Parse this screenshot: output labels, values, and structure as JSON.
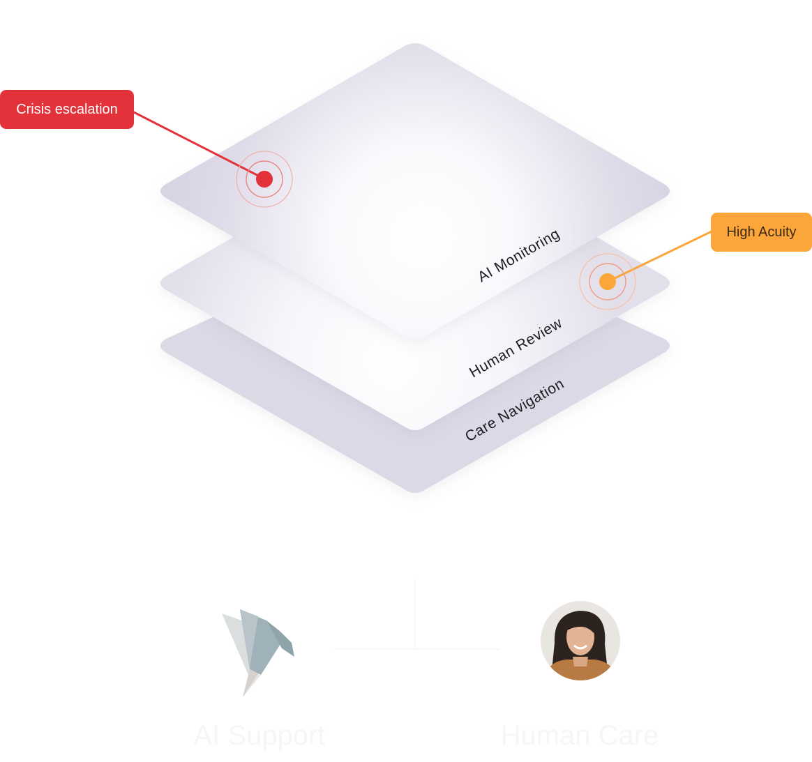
{
  "layers": {
    "top": "AI Monitoring",
    "middle": "Human Review",
    "bottom": "Care Navigation"
  },
  "callouts": {
    "crisis": "Crisis escalation",
    "acuity": "High Acuity"
  },
  "bottom_labels": {
    "ai": "AI Support",
    "human": "Human Care"
  },
  "colors": {
    "crisis": "#e3323a",
    "acuity": "#fba53a",
    "layer": "#dcd8e6"
  },
  "icons": {
    "ai": "origami-bird-icon",
    "human": "person-avatar"
  }
}
